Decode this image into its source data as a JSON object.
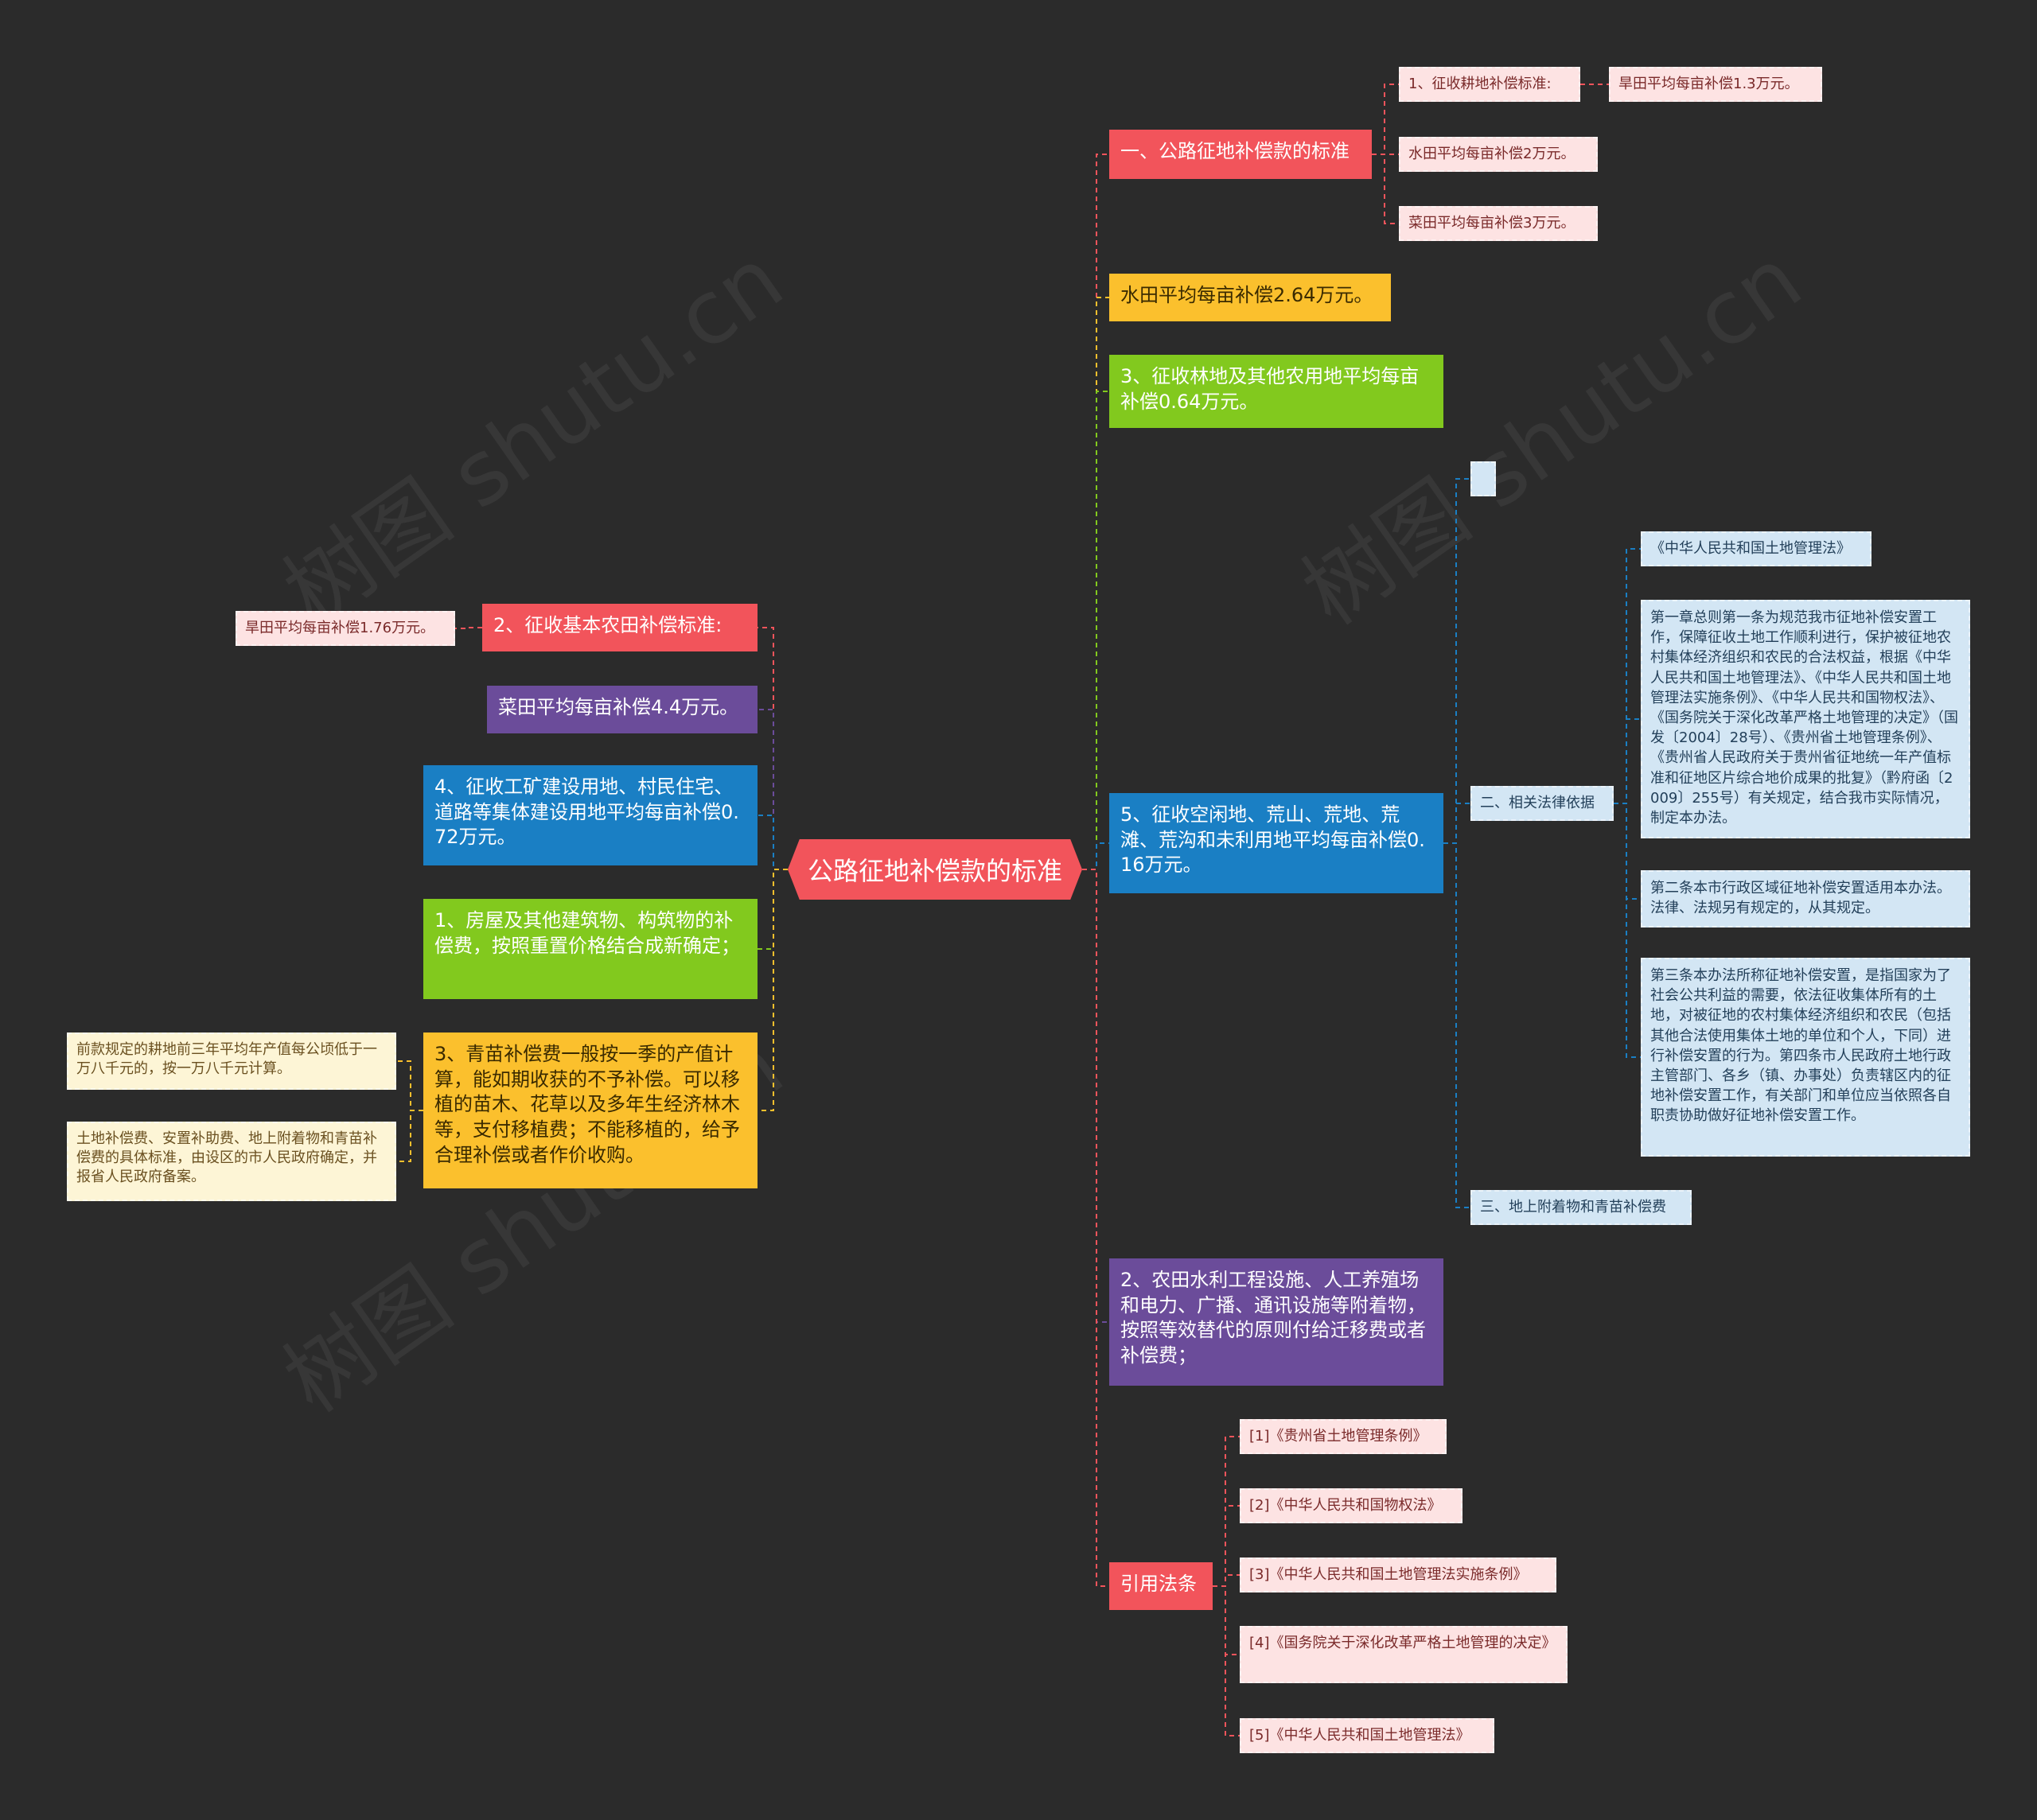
{
  "root": "公路征地补偿款的标准",
  "right": {
    "r1": "一、公路征地补偿款的标准",
    "r1_c1": "1、征收耕地补偿标准:",
    "r1_c1_c1": "旱田平均每亩补偿1.3万元。",
    "r1_c2": "水田平均每亩补偿2万元。",
    "r1_c3": "菜田平均每亩补偿3万元。",
    "r2": "水田平均每亩补偿2.64万元。",
    "r3": "3、征收林地及其他农用地平均每亩补偿0.64万元。",
    "r4": "5、征收空闲地、荒山、荒地、荒滩、荒沟和未利用地平均每亩补偿0.16万元。",
    "r4_c1": "",
    "r4_c2": "二、相关法律依据",
    "r4_c2_c1": "《中华人民共和国土地管理法》",
    "r4_c2_c2": "第一章总则第一条为规范我市征地补偿安置工作，保障征收土地工作顺利进行，保护被征地农村集体经济组织和农民的合法权益，根据《中华人民共和国土地管理法》、《中华人民共和国土地管理法实施条例》、《中华人民共和国物权法》、《国务院关于深化改革严格土地管理的决定》（国发〔2004〕28号）、《贵州省土地管理条例》、《贵州省人民政府关于贵州省征地统一年产值标准和征地区片综合地价成果的批复》（黔府函〔2009〕255号）有关规定，结合我市实际情况，制定本办法。",
    "r4_c2_c3": "第二条本市行政区域征地补偿安置适用本办法。法律、法规另有规定的，从其规定。",
    "r4_c2_c4": "第三条本办法所称征地补偿安置，是指国家为了社会公共利益的需要，依法征收集体所有的土地，对被征地的农村集体经济组织和农民（包括其他合法使用集体土地的单位和个人，下同）进行补偿安置的行为。第四条市人民政府土地行政主管部门、各乡（镇、办事处）负责辖区内的征地补偿安置工作，有关部门和单位应当依照各自职责协助做好征地补偿安置工作。",
    "r4_c3": "三、地上附着物和青苗补偿费",
    "r5": "2、农田水利工程设施、人工养殖场和电力、广播、通讯设施等附着物，按照等效替代的原则付给迁移费或者补偿费；",
    "r6": "引用法条",
    "r6_c1": "[1]《贵州省土地管理条例》",
    "r6_c2": "[2]《中华人民共和国物权法》",
    "r6_c3": "[3]《中华人民共和国土地管理法实施条例》",
    "r6_c4": "[4]《国务院关于深化改革严格土地管理的决定》",
    "r6_c5": "[5]《中华人民共和国土地管理法》"
  },
  "left": {
    "l1": "2、征收基本农田补偿标准:",
    "l1_c1": "旱田平均每亩补偿1.76万元。",
    "l2": "菜田平均每亩补偿4.4万元。",
    "l3": "4、征收工矿建设用地、村民住宅、道路等集体建设用地平均每亩补偿0.72万元。",
    "l4": "1、房屋及其他建筑物、构筑物的补偿费，按照重置价格结合成新确定；",
    "l5": "3、青苗补偿费一般按一季的产值计算，能如期收获的不予补偿。可以移植的苗木、花草以及多年生经济林木等，支付移植费；不能移植的，给予合理补偿或者作价收购。",
    "l5_c1": "前款规定的耕地前三年平均年产值每公顷低于一万八千元的，按一万八千元计算。",
    "l5_c2": "土地补偿费、安置补助费、地上附着物和青苗补偿费的具体标准，由设区的市人民政府确定，并报省人民政府备案。"
  },
  "colors": {
    "background": "#2b2b2b",
    "red": "#f2545b",
    "yellow": "#fbc02d",
    "green": "#82c91e",
    "blue": "#1a7fc4",
    "purple": "#6b4c9a",
    "pink": "#fde3e3",
    "cream": "#fdf5d6",
    "light_blue": "#d3e6f4"
  }
}
